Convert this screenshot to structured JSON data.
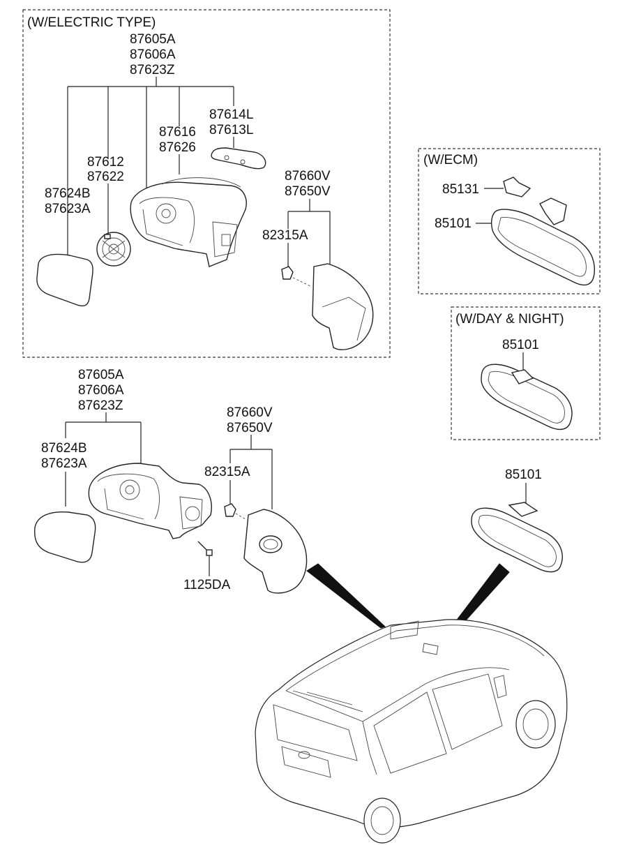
{
  "groups": {
    "electric": "(W/ELECTRIC TYPE)",
    "ecm": "(W/ECM)",
    "day_night": "(W/DAY & NIGHT)"
  },
  "electric": {
    "assy": [
      "87605A",
      "87606A",
      "87623Z"
    ],
    "cover": [
      "87614L",
      "87613L"
    ],
    "housing": [
      "87616",
      "87626"
    ],
    "actuator": [
      "87612",
      "87622"
    ],
    "glass": [
      "87624B",
      "87623A"
    ],
    "garnish": [
      "87660V",
      "87650V"
    ],
    "clip": "82315A"
  },
  "manual": {
    "assy": [
      "87605A",
      "87606A",
      "87623Z"
    ],
    "glass": [
      "87624B",
      "87623A"
    ],
    "garnish": [
      "87660V",
      "87650V"
    ],
    "clip": "82315A",
    "screw": "1125DA"
  },
  "ecm": {
    "cover": "85131",
    "mirror": "85101"
  },
  "day_night": {
    "mirror": "85101"
  },
  "inside_mirror": "85101"
}
